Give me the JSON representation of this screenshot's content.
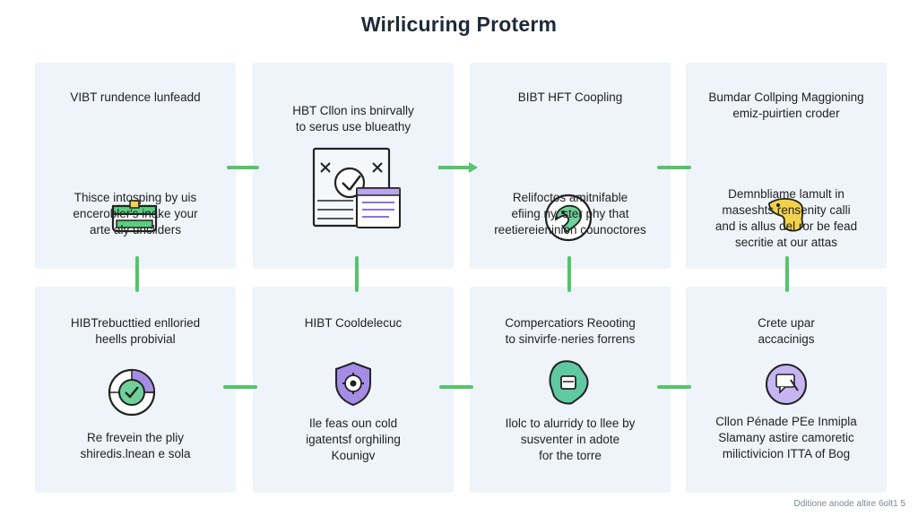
{
  "title": "Wirlicuring Proterm",
  "cards": [
    {
      "title": "VIBT rundence lunfeadd",
      "icon": "card-chip-icon",
      "body": "Thisce intosping by uis\nencerobler's inake your\narte aly uncliders"
    },
    {
      "title": "HBT Cllon ins bnirvally\nto serus use blueathy",
      "icon": "dashboard-document-icon",
      "body": ""
    },
    {
      "title": "BIBT HFT Coopling",
      "icon": "bird-circle-icon",
      "body": "Relifoctos amitnifable\nefiing ny, ster phy that\nreetiereieninion counoctores"
    },
    {
      "title": "Bumdar Collping Maggioning\nemiz-puirtien croder",
      "icon": "yellow-shape-icon",
      "body": "Demnbliame lamult in\nmaseshts rensenity calli\nand is allus del ror be fead\nsecritie at our attas"
    },
    {
      "title": "HIBTrebucttied enlloried\nheells probivial",
      "icon": "globe-check-icon",
      "body": "Re frevein the pliy\nshiredis.lnean e sola"
    },
    {
      "title": "HIBT Cooldelecuc",
      "icon": "shield-gear-icon",
      "body": "Ile feas oun cold\nigatentsf orghiling\nKounigv"
    },
    {
      "title": "Compercatiors Reooting\nto sinvirfe·neries forrens",
      "icon": "teal-tag-icon",
      "body": "Ilolc to alurridy to llee by\nsusventer in adote\nfor the torre"
    },
    {
      "title": "Crete upar\naccacinigs",
      "icon": "purple-chat-icon",
      "body": "Cllon Pénade PEe Inmipla\nSlamany astire camoretic\nmilictivicion ITTA of Bog"
    }
  ],
  "footnote": "Dditione anode altire 6olt1 5",
  "colors": {
    "card_bg": "#eef4fa",
    "connector": "#55c46a",
    "accent_green": "#5fcf8a",
    "accent_purple": "#9b7fe0",
    "accent_yellow": "#f2d24a"
  }
}
